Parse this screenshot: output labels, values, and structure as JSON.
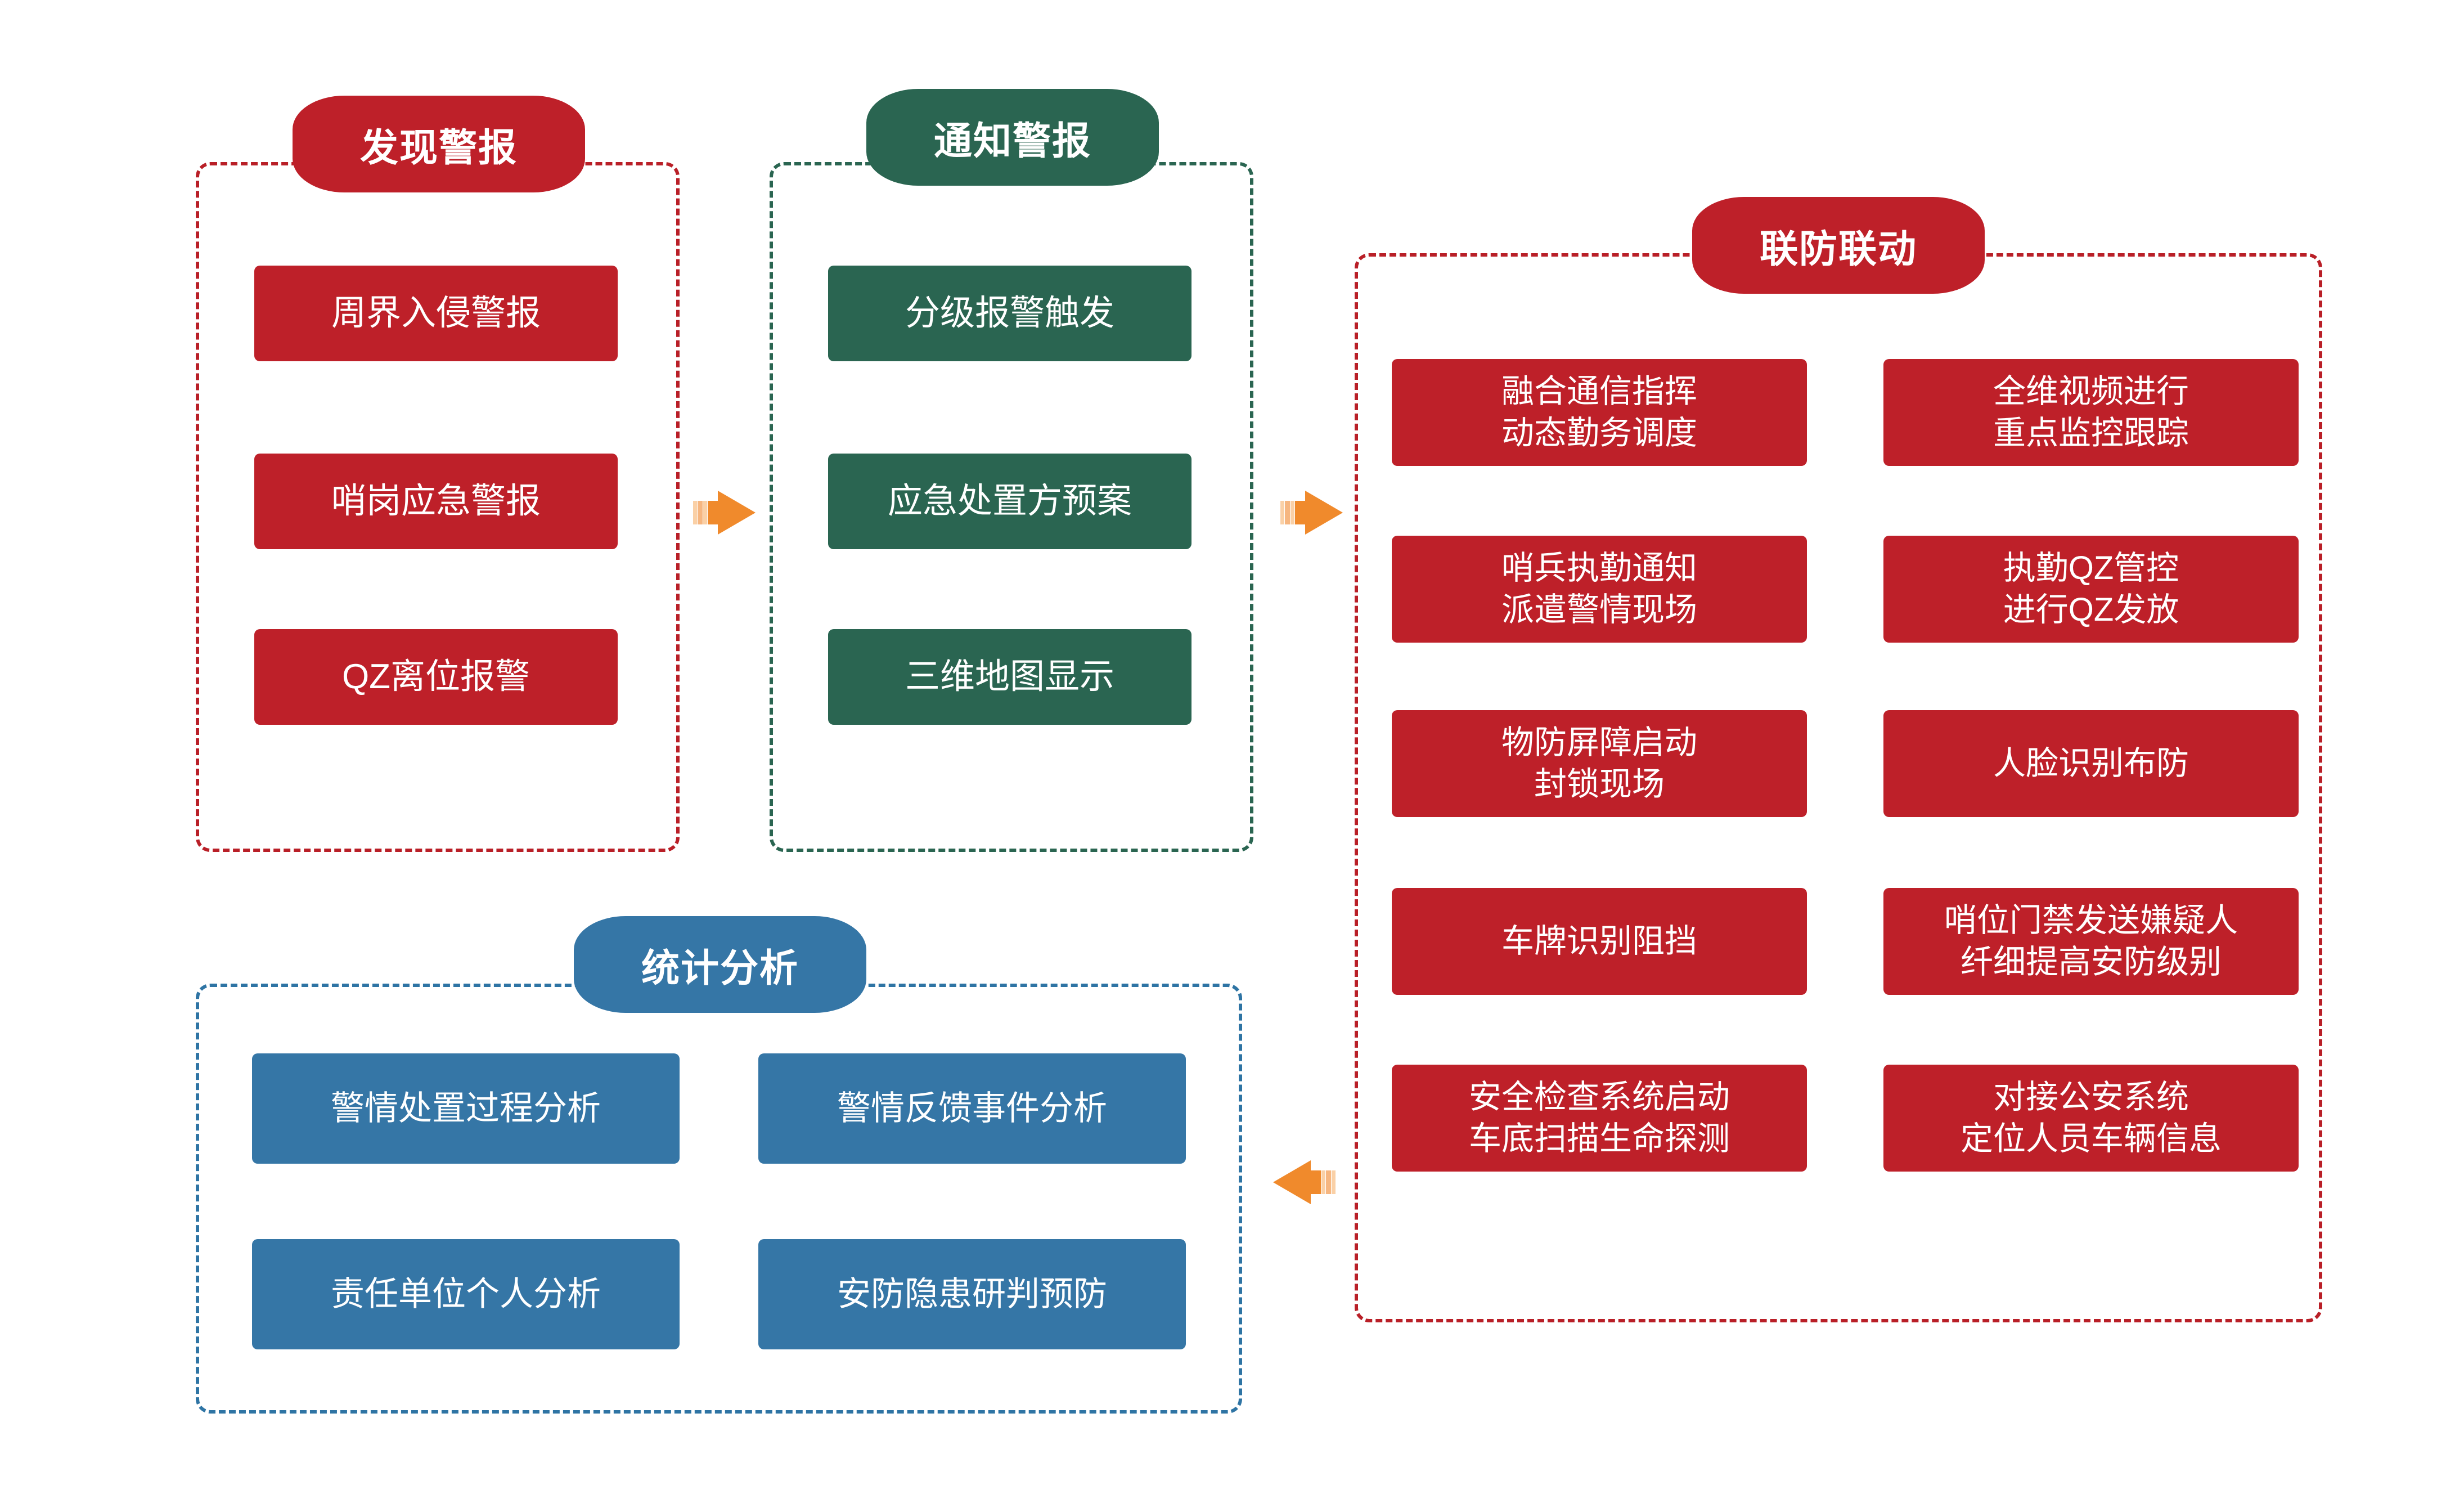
{
  "diagram": {
    "title_hidden": "",
    "colors": {
      "red": "#BE2029",
      "green": "#2A6551",
      "blue": "#3576A6",
      "arrow": "#F08A2C",
      "arrow_light": "#F9C48E",
      "background": "#FFFFFF"
    },
    "groups": [
      {
        "id": "discover-alarm",
        "header": "发现警报",
        "accent": "red",
        "items": [
          {
            "lines": [
              "周界入侵警报"
            ]
          },
          {
            "lines": [
              "哨岗应急警报"
            ]
          },
          {
            "lines": [
              "QZ离位报警"
            ]
          }
        ]
      },
      {
        "id": "notify-alarm",
        "header": "通知警报",
        "accent": "green",
        "items": [
          {
            "lines": [
              "分级报警触发"
            ]
          },
          {
            "lines": [
              "应急处置方预案"
            ]
          },
          {
            "lines": [
              "三维地图显示"
            ]
          }
        ]
      },
      {
        "id": "joint-defense",
        "header": "联防联动",
        "accent": "red",
        "items": [
          {
            "lines": [
              "融合通信指挥",
              "动态勤务调度"
            ]
          },
          {
            "lines": [
              "全维视频进行",
              "重点监控跟踪"
            ]
          },
          {
            "lines": [
              "哨兵执勤通知",
              "派遣警情现场"
            ]
          },
          {
            "lines": [
              "执勤QZ管控",
              "进行QZ发放"
            ]
          },
          {
            "lines": [
              "物防屏障启动",
              "封锁现场"
            ]
          },
          {
            "lines": [
              "人脸识别布防"
            ]
          },
          {
            "lines": [
              "车牌识别阻挡"
            ]
          },
          {
            "lines": [
              "哨位门禁发送嫌疑人",
              "纤细提高安防级别"
            ]
          },
          {
            "lines": [
              "安全检查系统启动",
              "车底扫描生命探测"
            ]
          },
          {
            "lines": [
              "对接公安系统",
              "定位人员车辆信息"
            ]
          }
        ]
      },
      {
        "id": "statistics-analysis",
        "header": "统计分析",
        "accent": "blue",
        "items": [
          {
            "lines": [
              "警情处置过程分析"
            ]
          },
          {
            "lines": [
              "警情反馈事件分析"
            ]
          },
          {
            "lines": [
              "责任单位个人分析"
            ]
          },
          {
            "lines": [
              "安防隐患研判预防"
            ]
          }
        ]
      }
    ],
    "connectors": [
      {
        "id": "discover-to-notify",
        "icon": "arrow-right-icon",
        "direction": "right"
      },
      {
        "id": "notify-to-joint",
        "icon": "arrow-right-icon",
        "direction": "right"
      },
      {
        "id": "joint-to-statistics",
        "icon": "arrow-left-icon",
        "direction": "left"
      }
    ]
  }
}
